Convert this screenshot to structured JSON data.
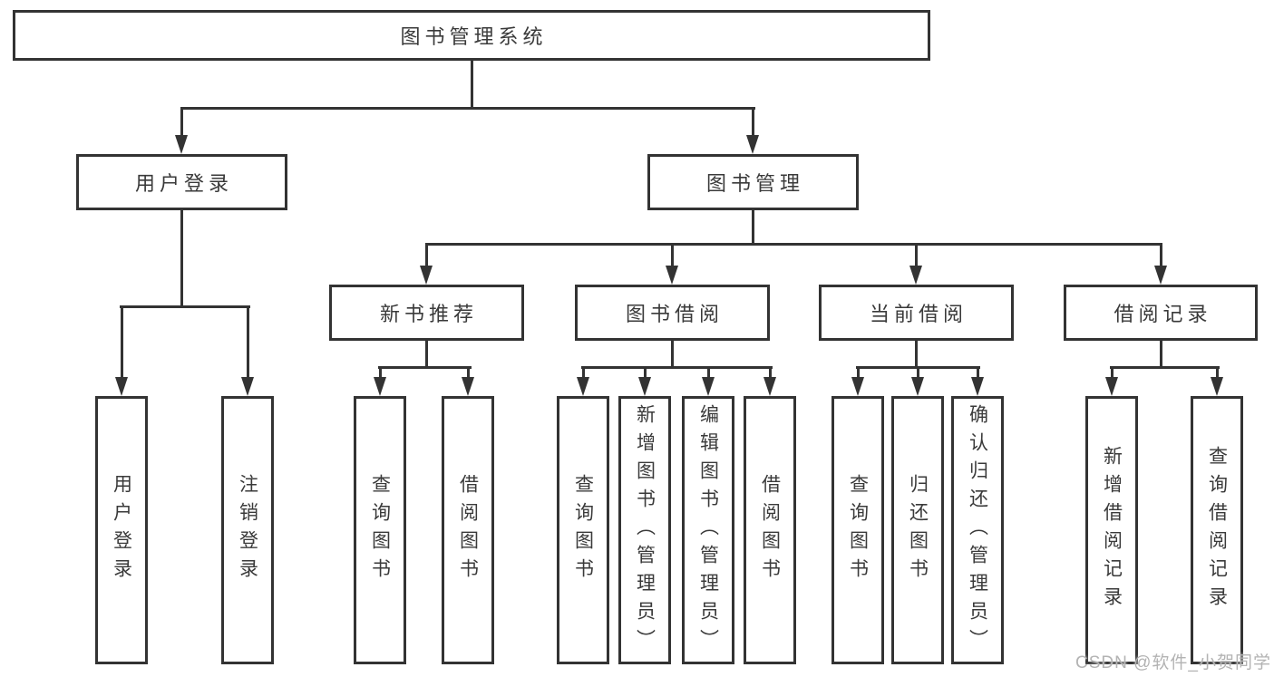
{
  "tree": {
    "label": "图书管理系统",
    "children": [
      {
        "label": "用户登录",
        "children": [
          {
            "label": "用户登录"
          },
          {
            "label": "注销登录"
          }
        ]
      },
      {
        "label": "图书管理",
        "children": [
          {
            "label": "新书推荐",
            "children": [
              {
                "label": "查询图书"
              },
              {
                "label": "借阅图书"
              }
            ]
          },
          {
            "label": "图书借阅",
            "children": [
              {
                "label": "查询图书"
              },
              {
                "label": "新增图书（管理员）"
              },
              {
                "label": "编辑图书（管理员）"
              },
              {
                "label": "借阅图书"
              }
            ]
          },
          {
            "label": "当前借阅",
            "children": [
              {
                "label": "查询图书"
              },
              {
                "label": "归还图书"
              },
              {
                "label": "确认归还（管理员）"
              }
            ]
          },
          {
            "label": "借阅记录",
            "children": [
              {
                "label": "新增借阅记录"
              },
              {
                "label": "查询借阅记录"
              }
            ]
          }
        ]
      }
    ]
  },
  "watermark": "CSDN @软件_小贺同学",
  "colors": {
    "line": "#333333",
    "text": "#3a3a3a",
    "watermark": "#b3b3b3",
    "background": "#ffffff"
  }
}
